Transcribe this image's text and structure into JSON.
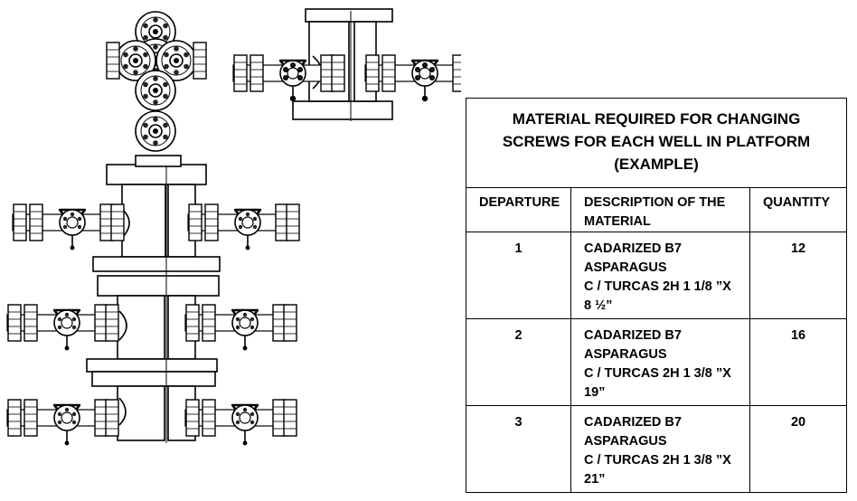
{
  "table": {
    "title": "MATERIAL REQUIRED FOR CHANGING SCREWS FOR EACH WELL IN PLATFORM (EXAMPLE)",
    "headers": [
      "DEPARTURE",
      "DESCRIPTION OF THE MATERIAL",
      "QUANTITY"
    ],
    "rows": [
      {
        "departure": "1",
        "description_lines": [
          "CADARIZED B7",
          "ASPARAGUS",
          "C / TURCAS 2H 1 1/8 ”X",
          "8 ½”"
        ],
        "quantity": "12"
      },
      {
        "departure": "2",
        "description_lines": [
          "CADARIZED B7",
          "ASPARAGUS",
          "C / TURCAS 2H 1 3/8 ”X",
          "19”"
        ],
        "quantity": "16"
      },
      {
        "departure": "3",
        "description_lines": [
          "CADARIZED B7",
          "ASPARAGUS",
          "C / TURCAS 2H 1 3/8 ”X",
          "21”"
        ],
        "quantity": "20"
      }
    ]
  }
}
